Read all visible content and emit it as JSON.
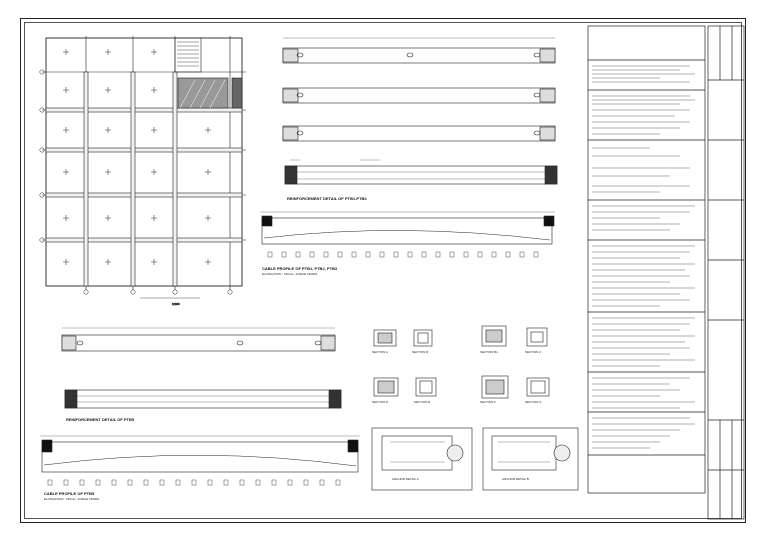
{
  "drawing": {
    "plan_scale": "1:100",
    "titles": {
      "reinf_pt1": "REINFORCEMENT DETAIL OF PTB1-PTB4",
      "profile_pt1": "CABLE PROFILE OF PTB1, PTB2, PTB3",
      "profile_pt1_sub": "ELONGATION : 150mm, FORCE 1500kN",
      "reinf_pt2": "REINFORCEMENT DETAIL OF PTB5",
      "profile_pt2": "CABLE PROFILE OF PTB5",
      "profile_pt2_sub": "ELONGATION : 150mm, FORCE 1500kN"
    },
    "sections": [
      "SECTION A",
      "SECTION B",
      "SECTION B1",
      "SECTION C",
      "SECTION D",
      "SECTION E",
      "SECTION F",
      "SECTION G"
    ],
    "anchor_details": [
      "ANCHOR DETAIL A",
      "ANCHOR DETAIL B"
    ]
  },
  "icons": [
    "grid-bubble-icon",
    "column-mark-icon",
    "stair-hatch-icon"
  ]
}
